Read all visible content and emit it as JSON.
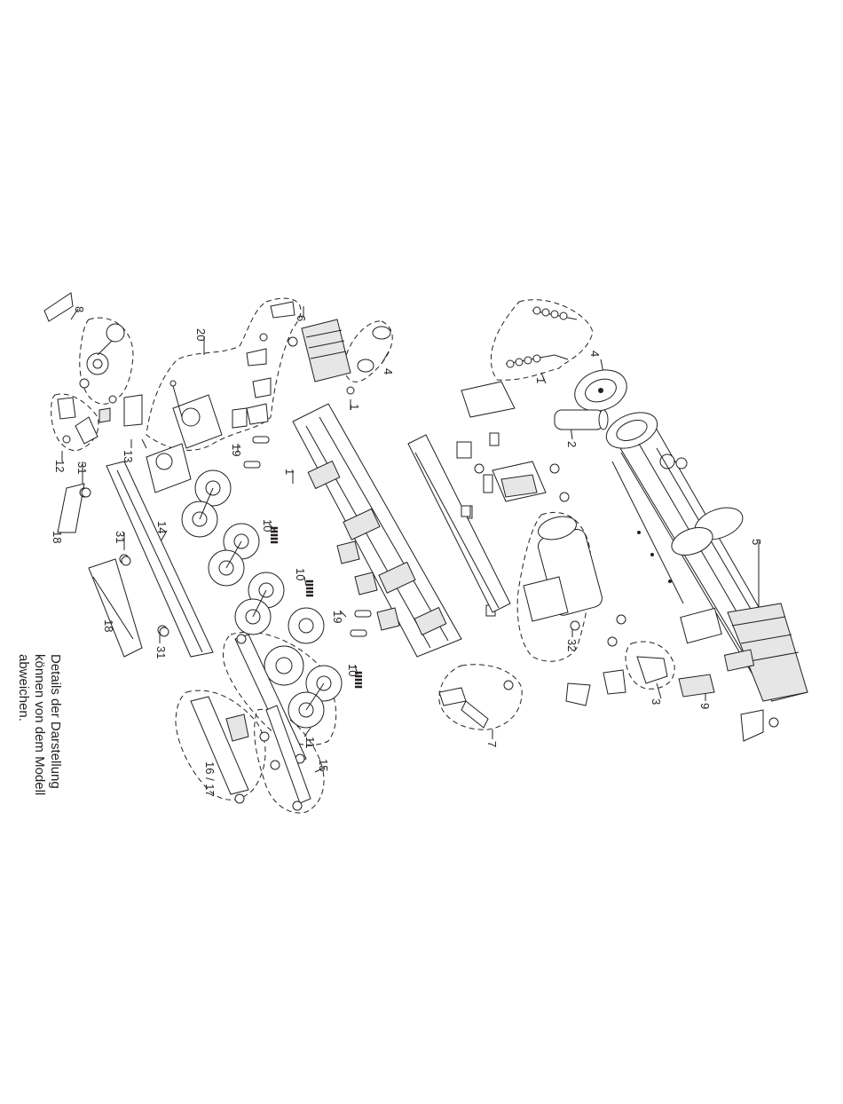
{
  "note": {
    "lines": [
      "Details der Darstellung",
      "können von dem Modell",
      "abweichen."
    ]
  },
  "labels": {
    "l1a": "1",
    "l1b": "1",
    "l1c": "1",
    "l2": "2",
    "l3": "3",
    "l4a": "4",
    "l4b": "4",
    "l5": "5",
    "l6": "6",
    "l7": "7",
    "l8": "8",
    "l9": "9",
    "l10a": "10",
    "l10b": "10",
    "l10c": "10",
    "l11": "11",
    "l12": "12",
    "l13": "13",
    "l14": "14",
    "l15": "15",
    "l1617": "16 / 17",
    "l18a": "18",
    "l18b": "18",
    "l19a": "19",
    "l19b": "19",
    "l20": "20",
    "l31a": "31",
    "l31b": "31",
    "l31c": "31",
    "l32": "32"
  }
}
